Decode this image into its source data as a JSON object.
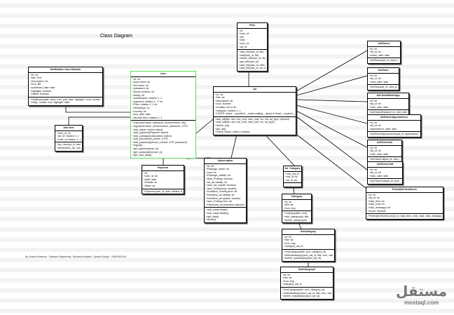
{
  "watermark": "UNREGISTERED",
  "title": "Class Diagram",
  "footer": "By: Ammar Almansur - Software Engineering - Business Analysis - System Design - +96649XXXXX",
  "logo": {
    "arabic": "مستقل",
    "latin": "mostaql.com"
  },
  "classes": [
    {
      "id": "notification",
      "name": "Notification from Website",
      "attrs": [
        "+id: int",
        "+title: Text",
        "+description: txt",
        "+icon: file",
        "+published_date: date",
        "+highlight: boolean",
        "+visibel: boolean"
      ],
      "methods": [
        "+Notification(title, desc, icon, pub_date, highlight = true, visibel = false)",
        "+edit() / create: true, highlight: false"
      ]
    },
    {
      "id": "user",
      "name": "User",
      "selected": true,
      "attrs": [
        "+id: int",
        "+user-name: str",
        "+full-name: str",
        "+password: str",
        "+phone number: int",
        "+rating: int",
        "+subscription: relation 1..1",
        "+payment: relation 1..*? int",
        "+Files: relation 1..1 int",
        "+WhatsApp: int",
        "+country: str",
        "+join_date: date",
        "+favorite item: relation 1..1"
      ],
      "methods": [
        "+User(username, password, phonenumber, otp)",
        "+login(username, phonenumber, password, OTP)",
        "+add_ad(ad: Implict object)",
        "+add_payment(Payment object)",
        "+add_package(subscription object)",
        "+edit_phone(new_phone, OTP)",
        "+edit_password(phone_number, OTP, password)",
        "+logout()",
        "+get_payment(user_id)",
        "+get_subscription(user_id)",
        "+get_user_data()"
      ]
    },
    {
      "id": "adsitem",
      "name": "Ads Item",
      "attrs": [
        "+user_id: int",
        "+ad_id: relation 1..1",
        "+User_id relation 1..1"
      ],
      "methods": [
        "+fav_item(ad_id, user_id)",
        "+delete(item_id): void"
      ]
    },
    {
      "id": "payment",
      "name": "Payment",
      "attrs": [
        "+id:",
        "+user_id: int",
        "+date: date",
        "+Details: str",
        "+State: str"
      ],
      "methods": [
        "+Payment(user_id, date, details, state)"
      ]
    },
    {
      "id": "subscription",
      "name": "Subscription",
      "attrs": [
        "+id: int",
        "+Package_name: str",
        "+cost: int",
        "+Package_validity: str",
        "+auto_Posting: boolean",
        "+ad_ad validity: int",
        "+auto_ad_update: boolean",
        "+auto_Advertising: boolean",
        "+Numbers_Posting time: str",
        "+Numbers_ad validity: str",
        "+Numbers_ad update: boolean",
        "+auto_Posting time: str",
        "+Discounts_ad promotion discounts: str"
      ],
      "methods": [
        "+add_subpl detail()",
        "+edit_subpl details()",
        "+get_data()",
        "+delete()"
      ]
    },
    {
      "id": "files",
      "name": "Files",
      "attrs": [
        "+id:",
        "+user_id:",
        "+file:",
        "+size:",
        "+user_id:",
        "+ad_id:"
      ],
      "methods": [
        "+add_file(user_id, file)",
        "+edit(user_id, file)",
        "+delete_file(user_id, file)",
        "+get_file(user_id)",
        "+add_file(user_id, offer_id)",
        "+add_file(user_id, ad_id)"
      ]
    },
    {
      "id": "ad",
      "name": "Ad",
      "attrs": [
        "+id: int",
        "+title: str",
        "+description: str",
        "+icon: number",
        "+location: list or str",
        "+category: relation 1..1",
        "+STATE: active, _topublish, _under waiting, _about to finish, _expired, rejected"
      ],
      "methods": [
        "+add_ad(title, des, min_cost, max_cost, loc, cat, ad_type, opened)",
        "+edit_ad(title, des, min_cost, max_cost, loc, ad_type)",
        "+delete_ad()",
        "+get_ad()",
        "+check_expire_date(): boolean"
      ]
    },
    {
      "id": "adshares",
      "name": "AdShares",
      "attrs": [
        "+id: int",
        "+ad_id: int",
        "+share_date: date"
      ],
      "methods": [
        "+AdShares(ad_id, share_date)"
      ]
    },
    {
      "id": "adviews",
      "name": "AdViews",
      "attrs": [
        "+id: int",
        "+ad_id: int",
        "+view_date: date"
      ],
      "methods": [
        "+AdViews(ad_id, view_date)"
      ]
    },
    {
      "id": "adclickswhatsapp",
      "name": "AdClicksWhatsApp",
      "attrs": [
        "+id: int",
        "+ad_id: int",
        "+click_date: date"
      ],
      "methods": [
        "+AdClicksWhats(ad_id, click_date)"
      ]
    },
    {
      "id": "adsearchappearances",
      "name": "AdSearchAppearances",
      "attrs": [
        "+id: int",
        "+ad_id: int",
        "+appearance_date: date"
      ],
      "methods": [
        "+AdSearchAppearances(ad_id, appearance_date)"
      ]
    },
    {
      "id": "adclickscall",
      "name": "AdClicksCall",
      "attrs": [
        "+id: int",
        "+ad_id: int",
        "+click_date: date"
      ],
      "methods": [
        "+AdClicksCall(ad_id, click_date)"
      ]
    },
    {
      "id": "adclickschat",
      "name": "AdClicksChat",
      "attrs": [
        "+id: int",
        "+ad_id: int",
        "+click_date: date"
      ],
      "methods": [
        "+AdClicksChat(ad_id, click_date)"
      ]
    },
    {
      "id": "potentialclientscore",
      "name": "PotentialClientScore",
      "attrs": [
        "+id: int",
        "+ad_id: int",
        "+total_time: int",
        "+click_chat: int",
        "+click_whatsapp: int",
        "+score: decimal"
      ],
      "methods": [
        "+PotentialClientScore(ad_id, total_time, click_chat, click_whatsapp, score)"
      ]
    },
    {
      "id": "adcategory",
      "name": "Ad_Category",
      "attrs": [
        "+sub_cat_id: int",
        "+cat_id: int",
        "+ad_id: int"
      ],
      "methods": []
    },
    {
      "id": "category",
      "name": "Category",
      "attrs": [
        "+id: int",
        "+title: str",
        "+icon: img"
      ],
      "methods": [
        "+Category(title, icon)",
        "+edit_category(id, title, icon)",
        "+delete_category(id)"
      ]
    },
    {
      "id": "subcategory",
      "name": "SubCategory",
      "attrs": [
        "+id: int",
        "+title: str",
        "+icon: img",
        "+category_cat_id"
      ],
      "methods": [
        "+SubCategory(title, icon, category_id)",
        "+editsubcategory(sub_cat_id, title, icon, category)",
        "+delete_subcategory(sub_cat_id)"
      ]
    },
    {
      "id": "subcategory2",
      "name": "SubCategory2",
      "attrs": [
        "+id: int",
        "+title: str",
        "+icon: img",
        "+category_cat_id"
      ],
      "methods": [
        "+SubCategory(title, icon, category_id)",
        "+editsubcategory(sub_cat_id, title, icon, category)",
        "+delete_subcategory(sub_cat_id)"
      ]
    }
  ]
}
